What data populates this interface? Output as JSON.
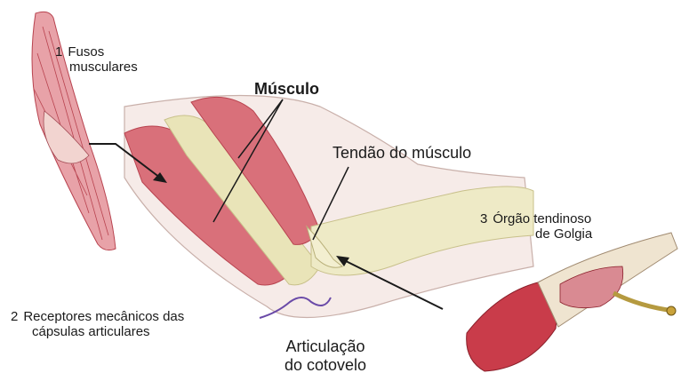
{
  "labels": {
    "fusos": {
      "number": "1",
      "line1": "Fusos",
      "line2": "musculares"
    },
    "musculo": "Músculo",
    "tendao": "Tendão do músculo",
    "orgao": {
      "number": "3",
      "line1": "Órgão tendinoso",
      "line2": "de Golgia"
    },
    "receptores": {
      "number": "2",
      "line1": "Receptores mecânicos das",
      "line2": "cápsulas articulares"
    },
    "articulacao": {
      "line1": "Articulação",
      "line2": "do cotovelo"
    }
  },
  "colors": {
    "muscle": "#d9707a",
    "muscle_dark": "#b8434f",
    "tendon": "#e9e4b8",
    "skin": "#f4e6e2",
    "nerve": "#6a4aa8",
    "line": "#1a1a1a"
  }
}
